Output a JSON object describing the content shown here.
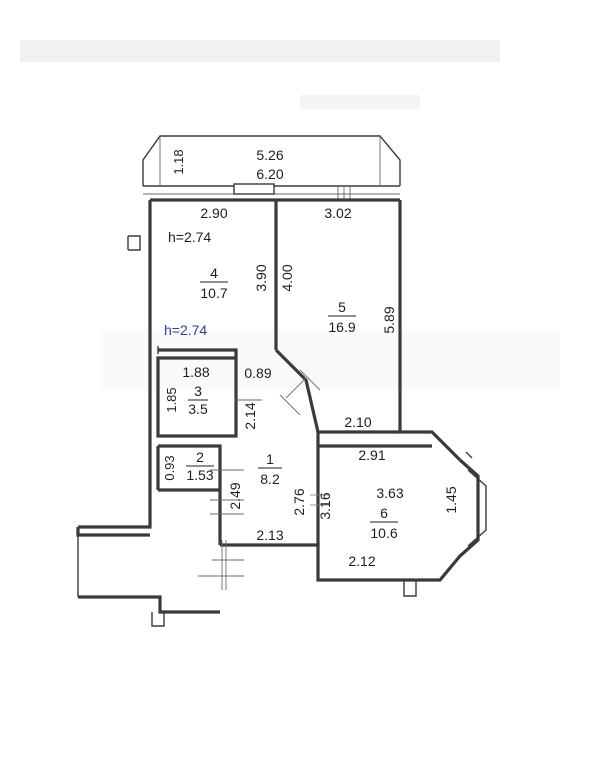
{
  "plan": {
    "ceiling_heights": [
      {
        "id": "h-main",
        "text": "h=2.74",
        "color": "#1e1e1e"
      },
      {
        "id": "h-blue",
        "text": "h=2.74",
        "color": "#2a3fa3"
      }
    ],
    "rooms": [
      {
        "id": "room-4",
        "number": "4",
        "area": "10.7"
      },
      {
        "id": "room-5",
        "number": "5",
        "area": "16.9"
      },
      {
        "id": "room-3",
        "number": "3",
        "area": "3.5"
      },
      {
        "id": "room-1",
        "number": "1",
        "area": "8.2"
      },
      {
        "id": "room-2",
        "number": "2",
        "area": "1.53"
      },
      {
        "id": "room-6",
        "number": "6",
        "area": "10.6"
      }
    ],
    "dimensions": [
      {
        "id": "dim-balcony-height",
        "text": "1.18"
      },
      {
        "id": "dim-balcony-inner",
        "text": "5.26"
      },
      {
        "id": "dim-balcony-outer",
        "text": "6.20"
      },
      {
        "id": "dim-room4-width",
        "text": "2.90"
      },
      {
        "id": "dim-room5-top",
        "text": "3.02"
      },
      {
        "id": "dim-room4-length",
        "text": "3.90"
      },
      {
        "id": "dim-room5-left",
        "text": "4.00"
      },
      {
        "id": "dim-room5-right",
        "text": "5.89"
      },
      {
        "id": "dim-room3-width",
        "text": "1.88"
      },
      {
        "id": "dim-room3-height",
        "text": "1.85"
      },
      {
        "id": "dim-diag",
        "text": "0.89"
      },
      {
        "id": "dim-hall-upper",
        "text": "2.14"
      },
      {
        "id": "dim-room5-bottom",
        "text": "2.10"
      },
      {
        "id": "dim-room6-top",
        "text": "2.91"
      },
      {
        "id": "dim-room2-height",
        "text": "0.93"
      },
      {
        "id": "dim-room6-length",
        "text": "3.63"
      },
      {
        "id": "dim-bay-window",
        "text": "1.45"
      },
      {
        "id": "dim-hall-left",
        "text": "2.49"
      },
      {
        "id": "dim-hall-right",
        "text": "2.76"
      },
      {
        "id": "dim-room6-left",
        "text": "3.16"
      },
      {
        "id": "dim-hall-bottom",
        "text": "2.13"
      },
      {
        "id": "dim-room6-bottom",
        "text": "2.12"
      }
    ]
  }
}
